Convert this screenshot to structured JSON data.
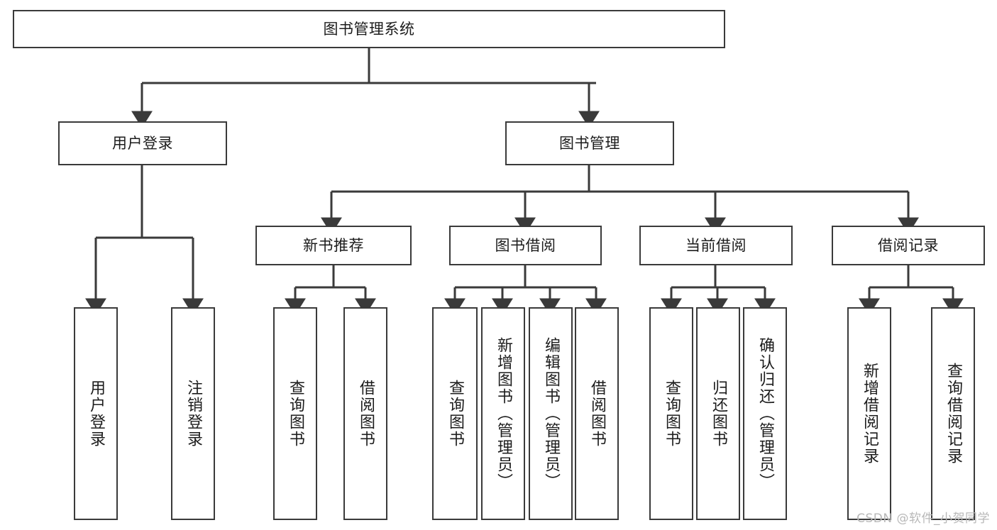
{
  "diagram": {
    "title": "图书管理系统",
    "type": "tree-hierarchy-diagram",
    "stroke_color": "#3a3a3a",
    "background_color": "#ffffff",
    "text_color": "#1c1c1c"
  },
  "watermark": {
    "text": "CSDN @软件_小贺同学",
    "color": "#b8b8b8"
  },
  "nodes": {
    "root": {
      "label": "图书管理系统"
    },
    "level2": [
      {
        "label": "用户登录"
      },
      {
        "label": "图书管理"
      }
    ],
    "level3": [
      {
        "label": "新书推荐"
      },
      {
        "label": "图书借阅"
      },
      {
        "label": "当前借阅"
      },
      {
        "label": "借阅记录"
      }
    ],
    "leaves": {
      "user_login": [
        {
          "label": "用户登录"
        },
        {
          "label": "注销登录"
        }
      ],
      "new_book_recommend": [
        {
          "label": "查询图书"
        },
        {
          "label": "借阅图书"
        }
      ],
      "book_borrow": [
        {
          "label": "查询图书"
        },
        {
          "label": "新增图书（管理员）"
        },
        {
          "label": "编辑图书（管理员）"
        },
        {
          "label": "借阅图书"
        }
      ],
      "current_borrow": [
        {
          "label": "查询图书"
        },
        {
          "label": "归还图书"
        },
        {
          "label": "确认归还（管理员）"
        }
      ],
      "borrow_record": [
        {
          "label": "新增借阅记录"
        },
        {
          "label": "查询借阅记录"
        }
      ]
    }
  },
  "chart_data": {
    "type": "table",
    "title": "图书管理系统 功能结构图",
    "hierarchy": [
      {
        "name": "图书管理系统",
        "children": [
          {
            "name": "用户登录",
            "children": [
              {
                "name": "用户登录"
              },
              {
                "name": "注销登录"
              }
            ]
          },
          {
            "name": "图书管理",
            "children": [
              {
                "name": "新书推荐",
                "children": [
                  {
                    "name": "查询图书"
                  },
                  {
                    "name": "借阅图书"
                  }
                ]
              },
              {
                "name": "图书借阅",
                "children": [
                  {
                    "name": "查询图书"
                  },
                  {
                    "name": "新增图书（管理员）"
                  },
                  {
                    "name": "编辑图书（管理员）"
                  },
                  {
                    "name": "借阅图书"
                  }
                ]
              },
              {
                "name": "当前借阅",
                "children": [
                  {
                    "name": "查询图书"
                  },
                  {
                    "name": "归还图书"
                  },
                  {
                    "name": "确认归还（管理员）"
                  }
                ]
              },
              {
                "name": "借阅记录",
                "children": [
                  {
                    "name": "新增借阅记录"
                  },
                  {
                    "name": "查询借阅记录"
                  }
                ]
              }
            ]
          }
        ]
      }
    ]
  }
}
